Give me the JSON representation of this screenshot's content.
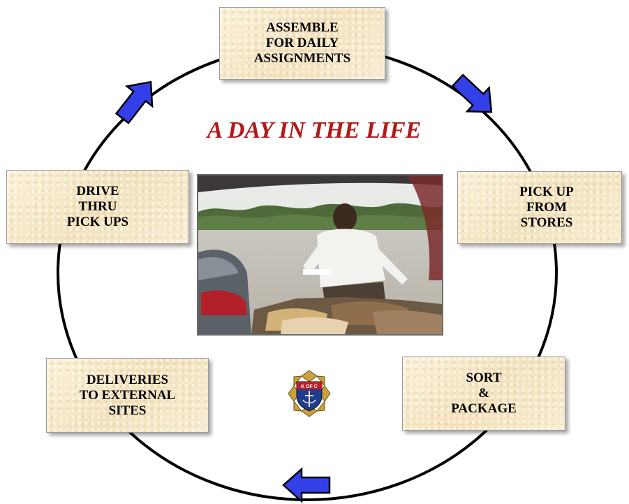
{
  "title": "A DAY IN THE LIFE",
  "steps": {
    "top": [
      "ASSEMBLE",
      "FOR DAILY",
      "ASSIGNMENTS"
    ],
    "right": [
      "PICK UP",
      "FROM",
      "STORES"
    ],
    "bottom_right": [
      "SORT",
      "&",
      "PACKAGE"
    ],
    "bottom_left": [
      "DELIVERIES",
      "TO EXTERNAL",
      "SITES"
    ],
    "left": [
      "DRIVE",
      "THRU",
      "PICK UPS"
    ]
  },
  "emblem_text": "K OF C",
  "colors": {
    "title": "#b01a1a",
    "arrow_fill": "#3340e8",
    "box_fill": "#f6e7c6",
    "circle": "#000000"
  }
}
